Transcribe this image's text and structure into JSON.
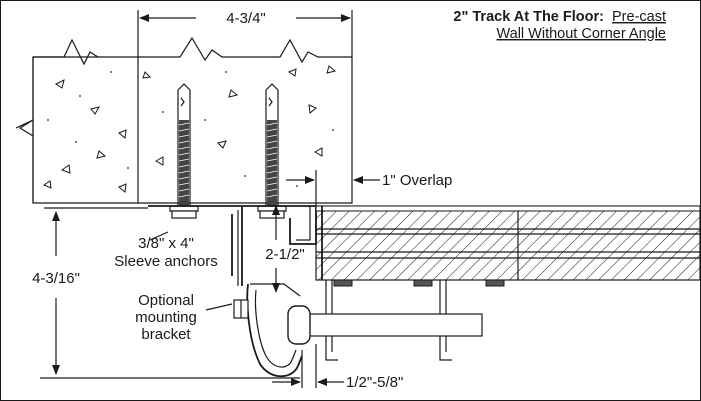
{
  "title": {
    "bold": "2\" Track At The Floor:",
    "line1": "Pre-cast",
    "line2": "Wall Without Corner Angle"
  },
  "dimensions": {
    "top_width": "4-3/4\"",
    "overlap": "1\" Overlap",
    "height_left": "4-3/16\"",
    "bracket_height": "2-1/2\"",
    "bottom_gap": "1/2\"-5/8\""
  },
  "labels": {
    "anchors_line1": "3/8\" x 4\"",
    "anchors_line2": "Sleeve anchors",
    "bracket_line1": "Optional",
    "bracket_line2": "mounting",
    "bracket_line3": "bracket"
  }
}
